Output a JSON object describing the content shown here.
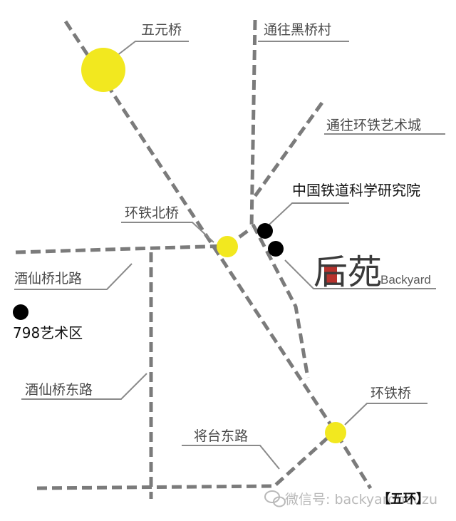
{
  "labels": {
    "wuyuan_bridge": "五元桥",
    "to_heiqiao": "通往黑桥村",
    "to_huantie_art": "通往环铁艺术城",
    "railway_academy": "中国铁道科学研究院",
    "huantie_north_bridge": "环铁北桥",
    "jiuxianqiao_north_rd": "酒仙桥北路",
    "art_798": "798艺术区",
    "jiuxianqiao_east_rd": "酒仙桥东路",
    "huantie_bridge": "环铁桥",
    "jiangtai_east_rd": "将台东路",
    "fifth_ring": "【五环】"
  },
  "logo": {
    "chinese": "后苑",
    "english": "Backyard"
  },
  "watermark": {
    "text": "微信号: backyardhouzu"
  },
  "colors": {
    "bridge_marker": "#f2e81f",
    "road": "#7b7b7b",
    "poi_marker": "#000000",
    "logo_accent": "#b8322d"
  }
}
